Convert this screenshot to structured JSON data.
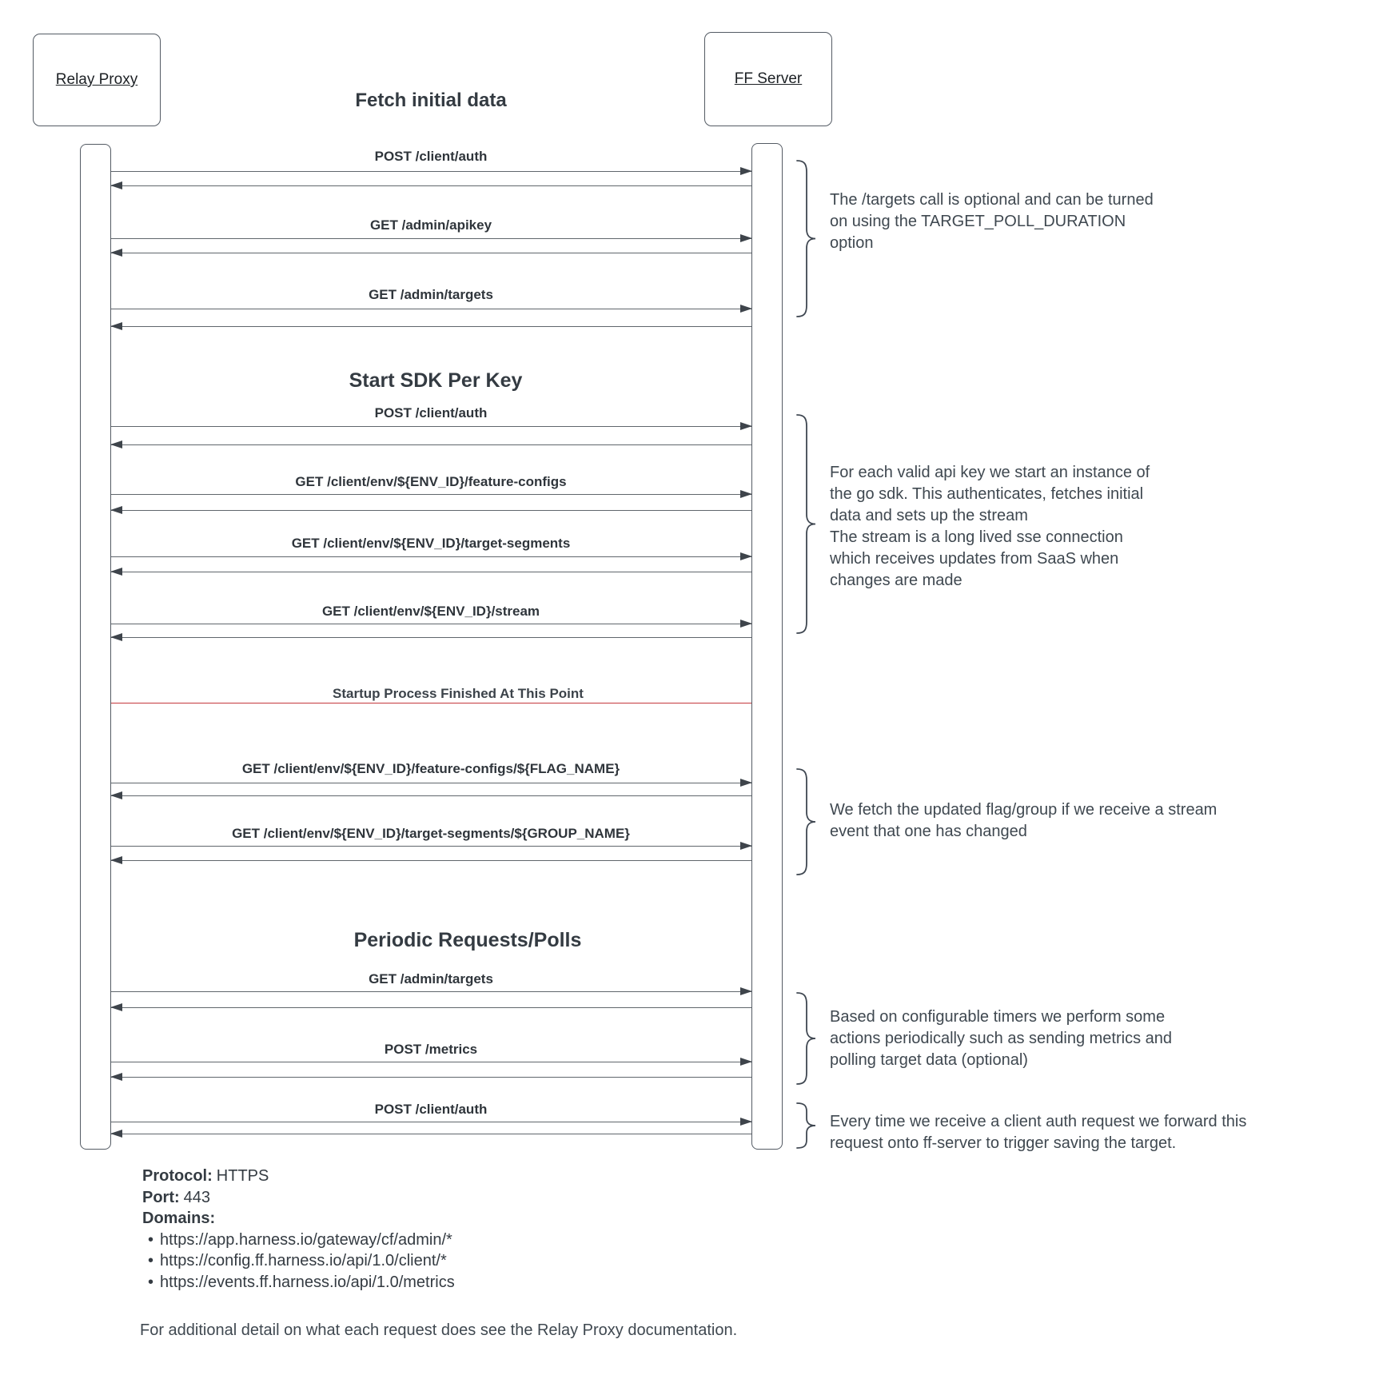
{
  "diagram": {
    "actors": {
      "left": "Relay Proxy",
      "right": "FF Server"
    },
    "headings": {
      "fetch_initial": "Fetch initial data",
      "start_sdk": "Start SDK Per Key",
      "periodic": "Periodic Requests/Polls"
    },
    "messages": [
      {
        "label": "POST /client/auth"
      },
      {
        "label": "GET /admin/apikey"
      },
      {
        "label": "GET /admin/targets"
      },
      {
        "label": "POST /client/auth"
      },
      {
        "label": "GET /client/env/${ENV_ID}/feature-configs"
      },
      {
        "label": "GET /client/env/${ENV_ID}/target-segments"
      },
      {
        "label": "GET /client/env/${ENV_ID}/stream"
      },
      {
        "label": "GET /client/env/${ENV_ID}/feature-configs/${FLAG_NAME}"
      },
      {
        "label": "GET /client/env/${ENV_ID}/target-segments/${GROUP_NAME}"
      },
      {
        "label": "GET /admin/targets"
      },
      {
        "label": "POST /metrics"
      },
      {
        "label": "POST /client/auth"
      }
    ],
    "divider": {
      "label": "Startup Process Finished At This Point"
    },
    "annotations": [
      {
        "text": "The /targets call is optional and can be turned\non using the TARGET_POLL_DURATION\noption"
      },
      {
        "text": "For each valid api key we start an instance of\nthe go sdk. This authenticates, fetches initial\ndata and sets up the stream\nThe stream is a long lived sse connection\nwhich receives updates from SaaS when\nchanges are made"
      },
      {
        "text": "We fetch the updated flag/group if we receive a stream\nevent that one has changed"
      },
      {
        "text": "Based on configurable timers we perform some\nactions periodically such as sending metrics and\npolling target data (optional)"
      },
      {
        "text": "Every time we receive a client auth request we forward this\nrequest onto ff-server to trigger saving the target."
      }
    ]
  },
  "footer": {
    "protocol_label": "Protocol:",
    "protocol_value": "HTTPS",
    "port_label": "Port:",
    "port_value": "443",
    "domains_label": "Domains:",
    "bullet": "•",
    "domains": [
      "https://app.harness.io/gateway/cf/admin/*",
      "https://config.ff.harness.io/api/1.0/client/*",
      "https://events.ff.harness.io/api/1.0/metrics"
    ],
    "note": "For additional detail on what each request does see the Relay Proxy documentation."
  },
  "colors": {
    "accent_red": "#c5383c",
    "line": "#60666c",
    "text": "#343b42",
    "annotation_text": "#3f4850",
    "box_border": "#545b64"
  }
}
